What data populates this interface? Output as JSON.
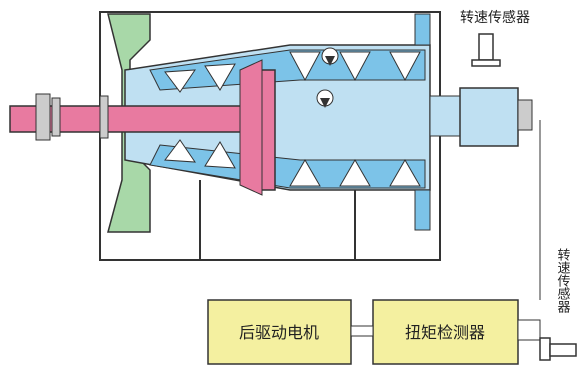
{
  "labels": {
    "speed_sensor_top": "转速传感器",
    "speed_sensor_side": "转速传感器",
    "rear_motor": "后驱动电机",
    "torque_detector": "扭矩检测器"
  },
  "colors": {
    "shaft_pink": "#e87aa0",
    "bowl_blue": "#7cc3e8",
    "bowl_light": "#bfe0f2",
    "screw_green": "#a8d8a8",
    "box_yellow": "#f4f0a0",
    "outline": "#333333",
    "bg": "#ffffff"
  }
}
